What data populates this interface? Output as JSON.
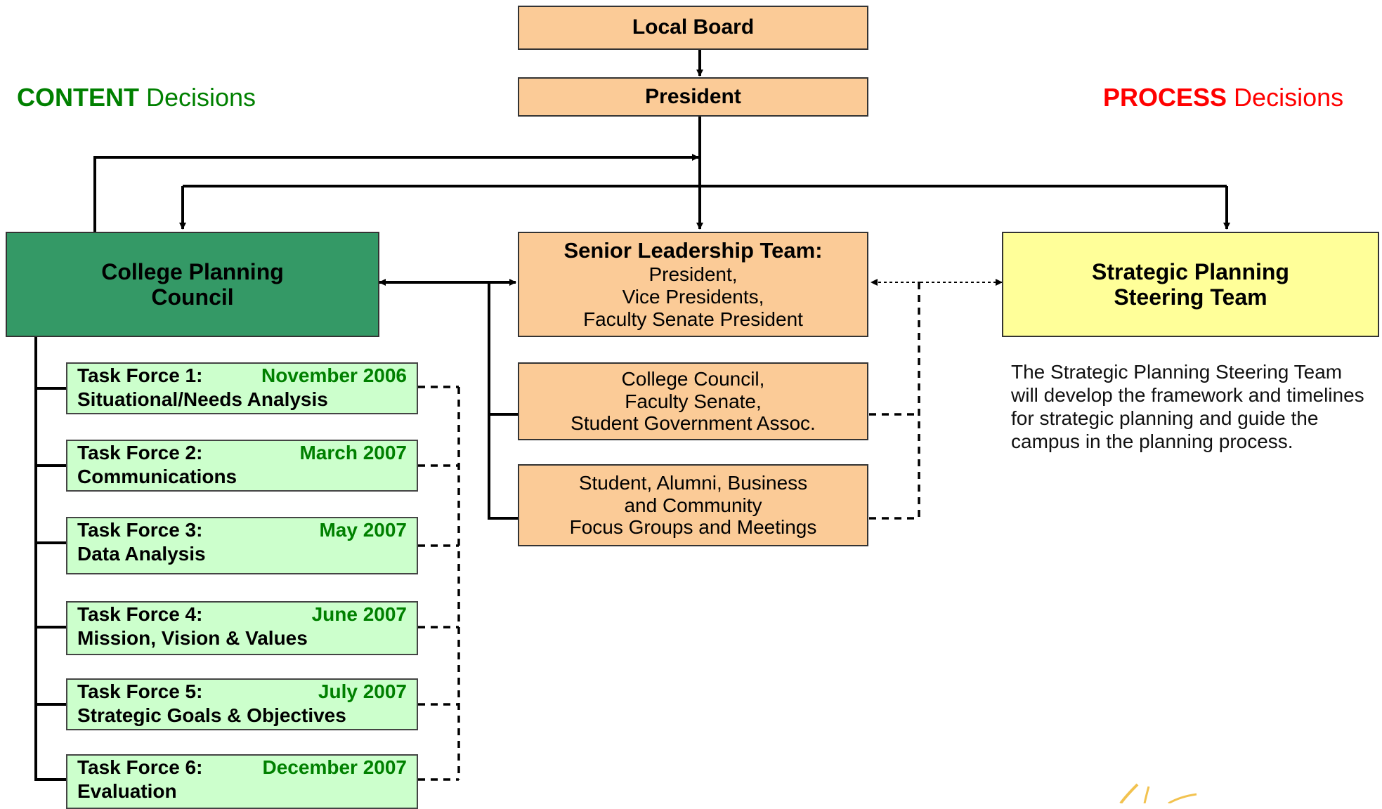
{
  "decisions": {
    "content_emph": "CONTENT",
    "content_rest": " Decisions",
    "process_emph": "PROCESS",
    "process_rest": " Decisions",
    "content_color": "#008000",
    "process_color": "#ff0000"
  },
  "boxes": {
    "local_board": "Local Board",
    "president": "President",
    "college_council": [
      "College Planning",
      "Council"
    ],
    "slt_title": "Senior Leadership Team:",
    "slt_lines": [
      "President,",
      "Vice Presidents,",
      "Faculty Senate President"
    ],
    "council_senate_lines": [
      "College Council,",
      "Faculty Senate,",
      "Student Government Assoc."
    ],
    "focus_lines": [
      "Student, Alumni, Business",
      "and Community",
      "Focus Groups and Meetings"
    ],
    "steering": [
      "Strategic Planning",
      "Steering Team"
    ]
  },
  "task_forces": [
    {
      "label": "Task Force 1:",
      "date": "November 2006",
      "name": "Situational/Needs Analysis"
    },
    {
      "label": "Task Force 2:",
      "date": "March 2007",
      "name": "Communications"
    },
    {
      "label": "Task Force 3:",
      "date": "May 2007",
      "name": "Data Analysis"
    },
    {
      "label": "Task Force 4:",
      "date": "June 2007",
      "name": "Mission, Vision & Values"
    },
    {
      "label": "Task Force 5:",
      "date": "July 2007",
      "name": "Strategic Goals & Objectives"
    },
    {
      "label": "Task Force 6:",
      "date": "December 2007",
      "name": "Evaluation"
    }
  ],
  "steering_description": "The Strategic Planning Steering Team will develop the framework and timelines for strategic planning and guide the campus in the planning process.",
  "colors": {
    "orange": "#fbcb97",
    "green": "#349966",
    "light_green": "#ccffcc",
    "yellow": "#ffff99"
  }
}
